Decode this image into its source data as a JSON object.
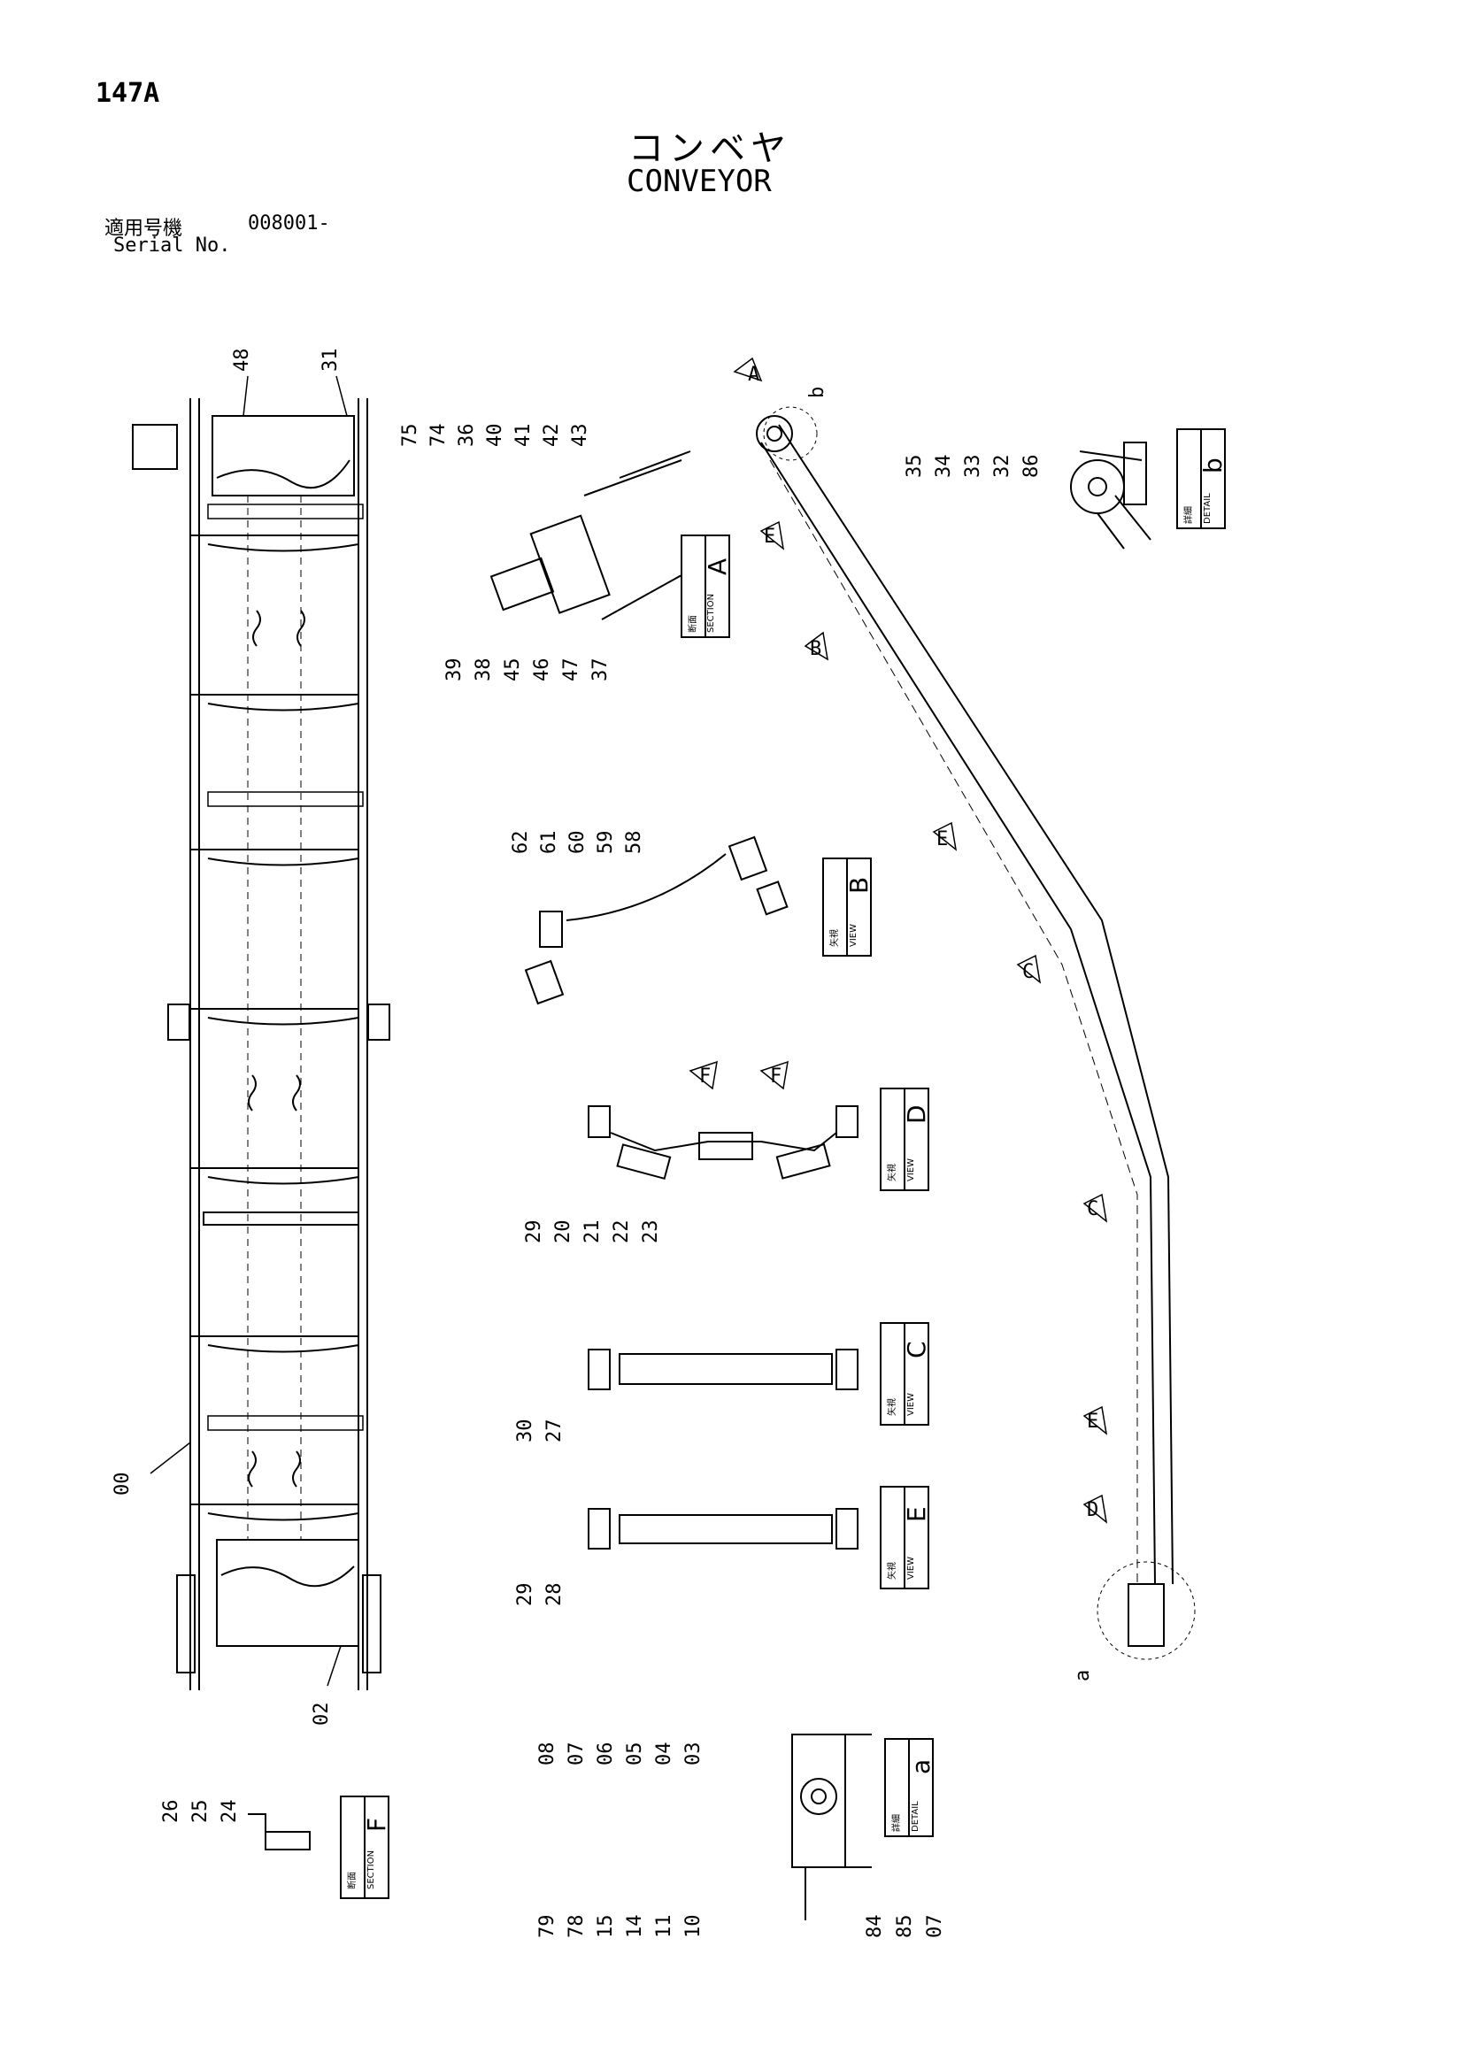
{
  "header": {
    "page_code": "147A",
    "title_jp": "コンベヤ",
    "title_en": "CONVEYOR",
    "serial_label_jp": "適用号機",
    "serial_value": "008001-",
    "serial_label_en": "Serial No."
  },
  "boxes": {
    "section_a": {
      "jp": "断面",
      "en": "SECTION",
      "letter": "A"
    },
    "detail_b": {
      "jp": "詳細",
      "en": "DETAIL",
      "letter": "b"
    },
    "view_b": {
      "jp": "矢視",
      "en": "VIEW",
      "letter": "B"
    },
    "view_d": {
      "jp": "矢視",
      "en": "VIEW",
      "letter": "D"
    },
    "view_c": {
      "jp": "矢視",
      "en": "VIEW",
      "letter": "C"
    },
    "view_e": {
      "jp": "矢視",
      "en": "VIEW",
      "letter": "E"
    },
    "detail_a": {
      "jp": "詳細",
      "en": "DETAIL",
      "letter": "a"
    },
    "section_f": {
      "jp": "断面",
      "en": "SECTION",
      "letter": "F"
    }
  },
  "labels": {
    "l48": "48",
    "l31": "31",
    "l00": "00",
    "l02": "02",
    "secA_top": [
      "75",
      "74",
      "36",
      "40",
      "41",
      "42",
      "43"
    ],
    "secA_bot": [
      "39",
      "38",
      "45",
      "46",
      "47",
      "37"
    ],
    "detb": [
      "35",
      "34",
      "33",
      "32",
      "86"
    ],
    "viewB": [
      "62",
      "61",
      "60",
      "59",
      "58"
    ],
    "viewD": [
      "29",
      "20",
      "21",
      "22",
      "23"
    ],
    "viewC": [
      "30",
      "27"
    ],
    "viewE": [
      "29",
      "28"
    ],
    "deta_top": [
      "08",
      "07",
      "06",
      "05",
      "04",
      "03"
    ],
    "deta_bot": [
      "79",
      "78",
      "15",
      "14",
      "11",
      "10"
    ],
    "deta_right": [
      "84",
      "85",
      "07"
    ],
    "secF": [
      "26",
      "25",
      "24"
    ],
    "arrow_a": "a",
    "arrow_b": "b"
  },
  "view_arrows": [
    "A",
    "E",
    "B",
    "E",
    "C",
    "C",
    "E",
    "D",
    "F",
    "F"
  ]
}
